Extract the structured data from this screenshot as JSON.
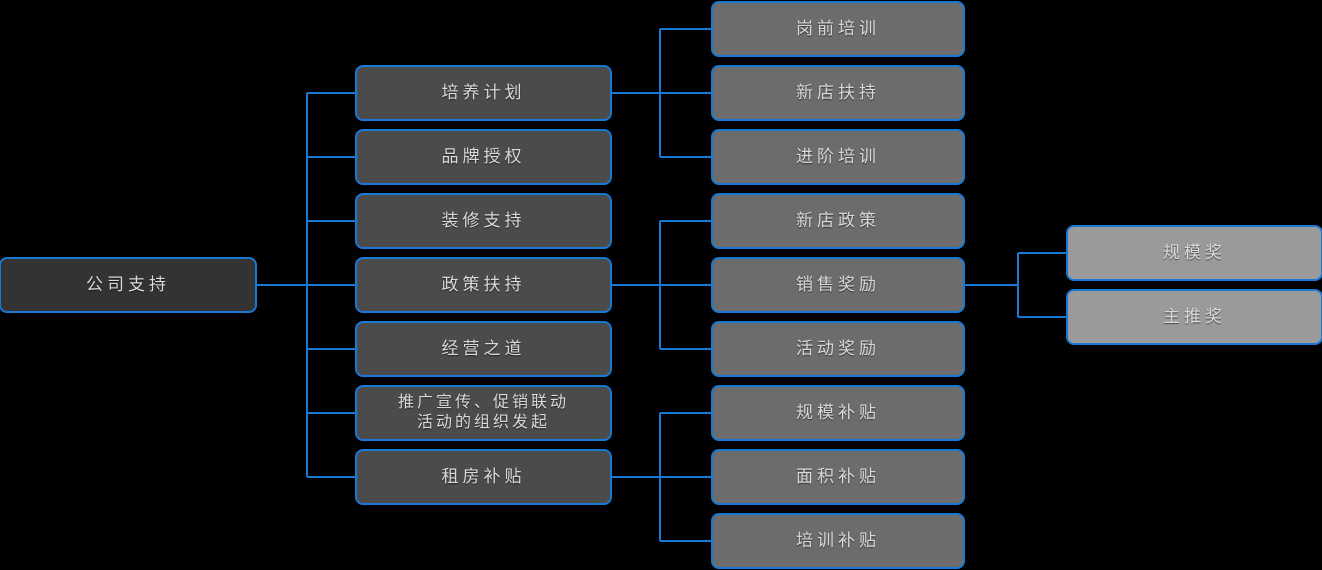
{
  "diagram": {
    "title": "公司支持",
    "accent_color": "#1879d4",
    "background_color": "#000000",
    "text_color": "#d9d9d9",
    "level_colors": {
      "level1": "#333333",
      "level2": "#4b4b4b",
      "level3": "#6c6c6c",
      "level4": "#9a9a9a"
    },
    "root": {
      "label": "公司支持"
    },
    "level2": [
      {
        "label": "培养计划"
      },
      {
        "label": "品牌授权"
      },
      {
        "label": "装修支持"
      },
      {
        "label": "政策扶持"
      },
      {
        "label": "经营之道"
      },
      {
        "label": "推广宣传、促销联动\n活动的组织发起"
      },
      {
        "label": "租房补贴"
      }
    ],
    "level3": [
      {
        "label": "岗前培训",
        "parent": "培养计划"
      },
      {
        "label": "新店扶持",
        "parent": "培养计划"
      },
      {
        "label": "进阶培训",
        "parent": "培养计划"
      },
      {
        "label": "新店政策",
        "parent": "政策扶持"
      },
      {
        "label": "销售奖励",
        "parent": "政策扶持"
      },
      {
        "label": "活动奖励",
        "parent": "政策扶持"
      },
      {
        "label": "规模补贴",
        "parent": "租房补贴"
      },
      {
        "label": "面积补贴",
        "parent": "租房补贴"
      },
      {
        "label": "培训补贴",
        "parent": "租房补贴"
      }
    ],
    "level4": [
      {
        "label": "规模奖",
        "parent": "销售奖励"
      },
      {
        "label": "主推奖",
        "parent": "销售奖励"
      }
    ]
  }
}
